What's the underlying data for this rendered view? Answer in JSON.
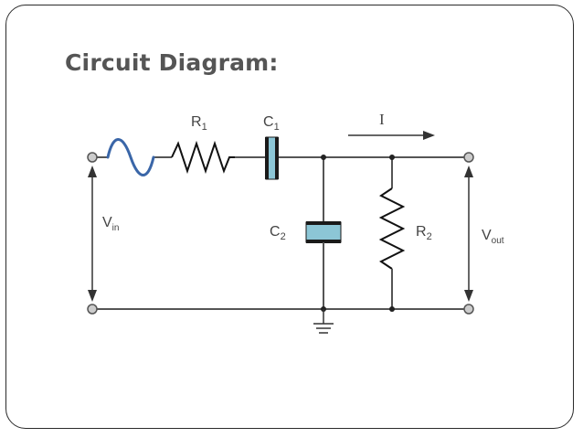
{
  "slide": {
    "title": "Circuit Diagram:"
  },
  "circuit": {
    "labels": {
      "r1": {
        "main": "R",
        "sub": "1"
      },
      "c1": {
        "main": "C",
        "sub": "1"
      },
      "c2": {
        "main": "C",
        "sub": "2"
      },
      "r2": {
        "main": "R",
        "sub": "2"
      },
      "current": "I",
      "vin": {
        "main": "V",
        "sub": "in"
      },
      "vout": {
        "main": "V",
        "sub": "out"
      }
    },
    "colors": {
      "wire": "#555555",
      "source_wave": "#3a66a8",
      "capacitor_fill": "#8cc6d6",
      "capacitor_plate": "#1a1a1a",
      "terminal_fill": "#cccccc"
    },
    "icons": {
      "source": "ac-sine-source-icon",
      "ground": "ground-icon",
      "current_arrow": "arrow-right-icon"
    }
  }
}
